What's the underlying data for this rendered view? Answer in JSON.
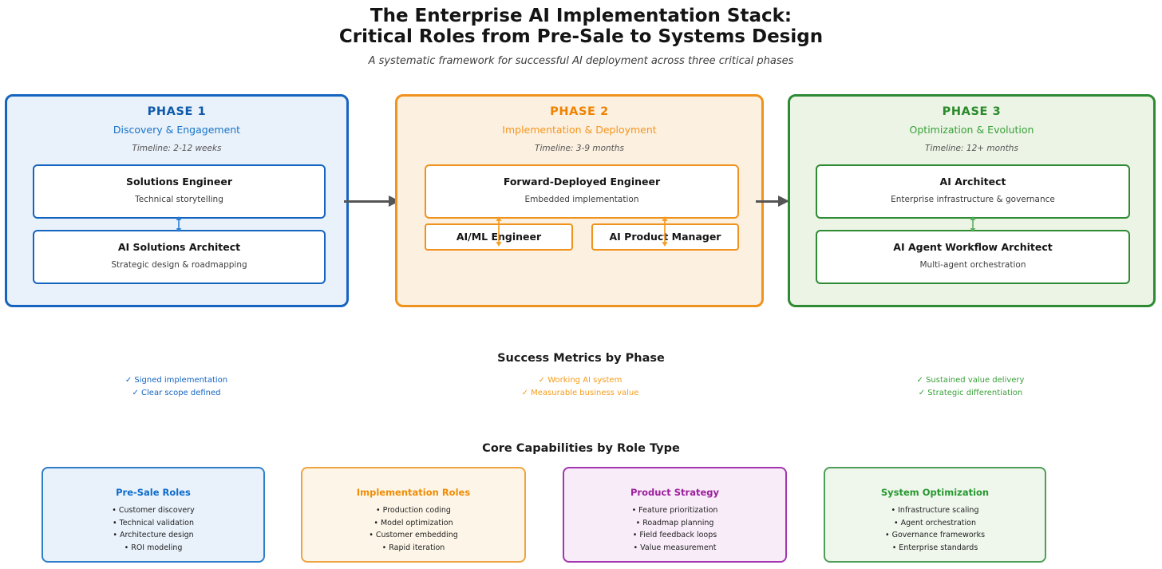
{
  "header": {
    "title_line1": "The Enterprise AI Implementation Stack:",
    "title_line2": "Critical Roles from Pre-Sale to Systems Design",
    "subtitle": "A systematic framework for successful AI deployment across three critical phases"
  },
  "phases": [
    {
      "name": "PHASE 1",
      "subtitle": "Discovery & Engagement",
      "timeline": "Timeline: 2-12 weeks",
      "roles": [
        {
          "title": "Solutions Engineer",
          "desc": "Technical storytelling"
        },
        {
          "title": "AI Solutions Architect",
          "desc": "Strategic design & roadmapping"
        }
      ]
    },
    {
      "name": "PHASE 2",
      "subtitle": "Implementation & Deployment",
      "timeline": "Timeline: 3-9 months",
      "roles": [
        {
          "title": "Forward-Deployed Engineer",
          "desc": "Embedded implementation"
        }
      ],
      "sub_roles": [
        {
          "title": "AI/ML Engineer"
        },
        {
          "title": "AI Product Manager"
        }
      ]
    },
    {
      "name": "PHASE 3",
      "subtitle": "Optimization & Evolution",
      "timeline": "Timeline: 12+ months",
      "roles": [
        {
          "title": "AI Architect",
          "desc": "Enterprise infrastructure & governance"
        },
        {
          "title": "AI Agent Workflow Architect",
          "desc": "Multi-agent orchestration"
        }
      ]
    }
  ],
  "success_metrics": {
    "heading": "Success Metrics by Phase",
    "groups": [
      {
        "items": [
          "✓ Signed implementation",
          "✓ Clear scope defined"
        ]
      },
      {
        "items": [
          "✓ Working AI system",
          "✓ Measurable business value"
        ]
      },
      {
        "items": [
          "✓ Sustained value delivery",
          "✓ Strategic differentiation"
        ]
      }
    ]
  },
  "capabilities": {
    "heading": "Core Capabilities by Role Type",
    "boxes": [
      {
        "title": "Pre-Sale Roles",
        "items": [
          "• Customer discovery",
          "• Technical validation",
          "• Architecture design",
          "• ROI modeling"
        ]
      },
      {
        "title": "Implementation Roles",
        "items": [
          "• Production coding",
          "• Model optimization",
          "• Customer embedding",
          "• Rapid iteration"
        ]
      },
      {
        "title": "Product Strategy",
        "items": [
          "• Feature prioritization",
          "• Roadmap planning",
          "• Field feedback loops",
          "• Value measurement"
        ]
      },
      {
        "title": "System Optimization",
        "items": [
          "• Infrastructure scaling",
          "• Agent orchestration",
          "• Governance frameworks",
          "• Enterprise standards"
        ]
      }
    ]
  },
  "colors": {
    "phase1_accent": "#1565C0",
    "phase2_accent": "#F0921E",
    "phase3_accent": "#2E8B33",
    "product_strategy_accent": "#A435B0",
    "flow_arrow": "#555555"
  }
}
